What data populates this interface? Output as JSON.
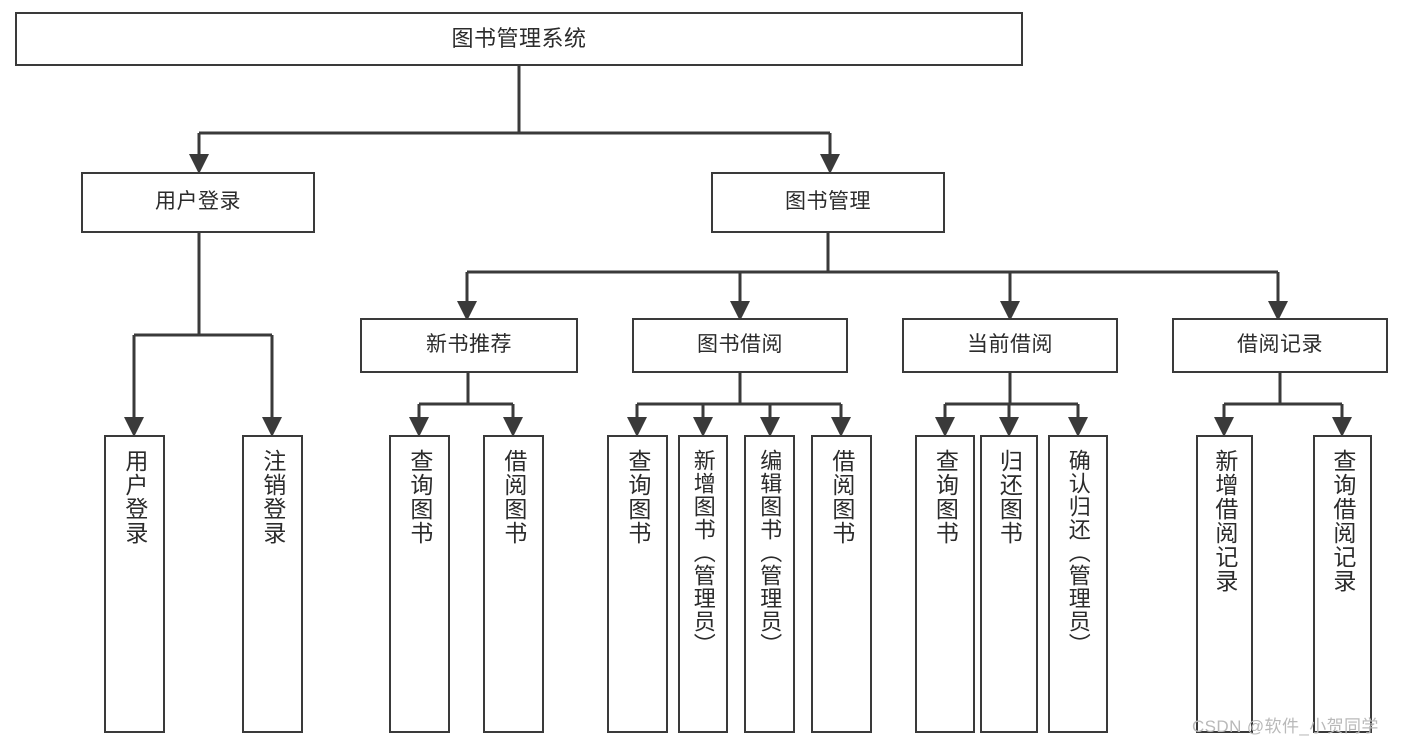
{
  "diagram": {
    "title": "图书管理系统",
    "type": "tree",
    "watermark": "CSDN @软件_小贺同学",
    "colors": {
      "background": "#ffffff",
      "node_fill": "#ffffff",
      "node_border": "#3a3a3a",
      "edge": "#3a3a3a",
      "text": "#2b2b2b",
      "watermark": "#b9b9b9"
    },
    "nodes": {
      "root": {
        "label": "图书管理系统"
      },
      "level2": [
        {
          "label": "用户登录"
        },
        {
          "label": "图书管理"
        }
      ],
      "level3": [
        {
          "label": "新书推荐"
        },
        {
          "label": "图书借阅"
        },
        {
          "label": "当前借阅"
        },
        {
          "label": "借阅记录"
        }
      ],
      "leaves_user_login": [
        {
          "label": "用户登录"
        },
        {
          "label": "注销登录"
        }
      ],
      "leaves_new_book": [
        {
          "label": "查询图书"
        },
        {
          "label": "借阅图书"
        }
      ],
      "leaves_borrow": [
        {
          "label": "查询图书"
        },
        {
          "label": "新增图书（管理员）"
        },
        {
          "label": "编辑图书（管理员）"
        },
        {
          "label": "借阅图书"
        }
      ],
      "leaves_current": [
        {
          "label": "查询图书"
        },
        {
          "label": "归还图书"
        },
        {
          "label": "确认归还（管理员）"
        }
      ],
      "leaves_records": [
        {
          "label": "新增借阅记录"
        },
        {
          "label": "查询借阅记录"
        }
      ]
    }
  }
}
